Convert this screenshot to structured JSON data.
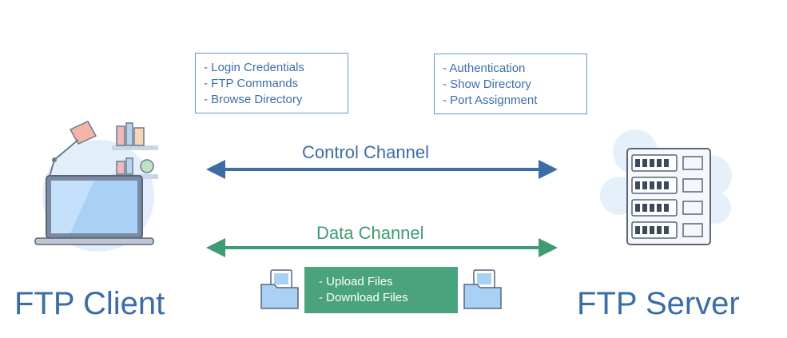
{
  "client_notes": [
    "- Login Credentials",
    "- FTP Commands",
    "- Browse Directory"
  ],
  "server_notes": [
    "- Authentication",
    "- Show Directory",
    "- Port Assignment"
  ],
  "control_channel": {
    "label": "Control Channel",
    "color": "#3b6ea5"
  },
  "data_channel": {
    "label": "Data Channel",
    "color": "#3f9b74"
  },
  "data_notes": [
    "- Upload Files",
    "- Download Files"
  ],
  "client_title": "FTP Client",
  "server_title": "FTP Server",
  "colors": {
    "blue": "#3a6ea5",
    "green": "#4aa37d",
    "light_blue": "#d9e8f7"
  }
}
